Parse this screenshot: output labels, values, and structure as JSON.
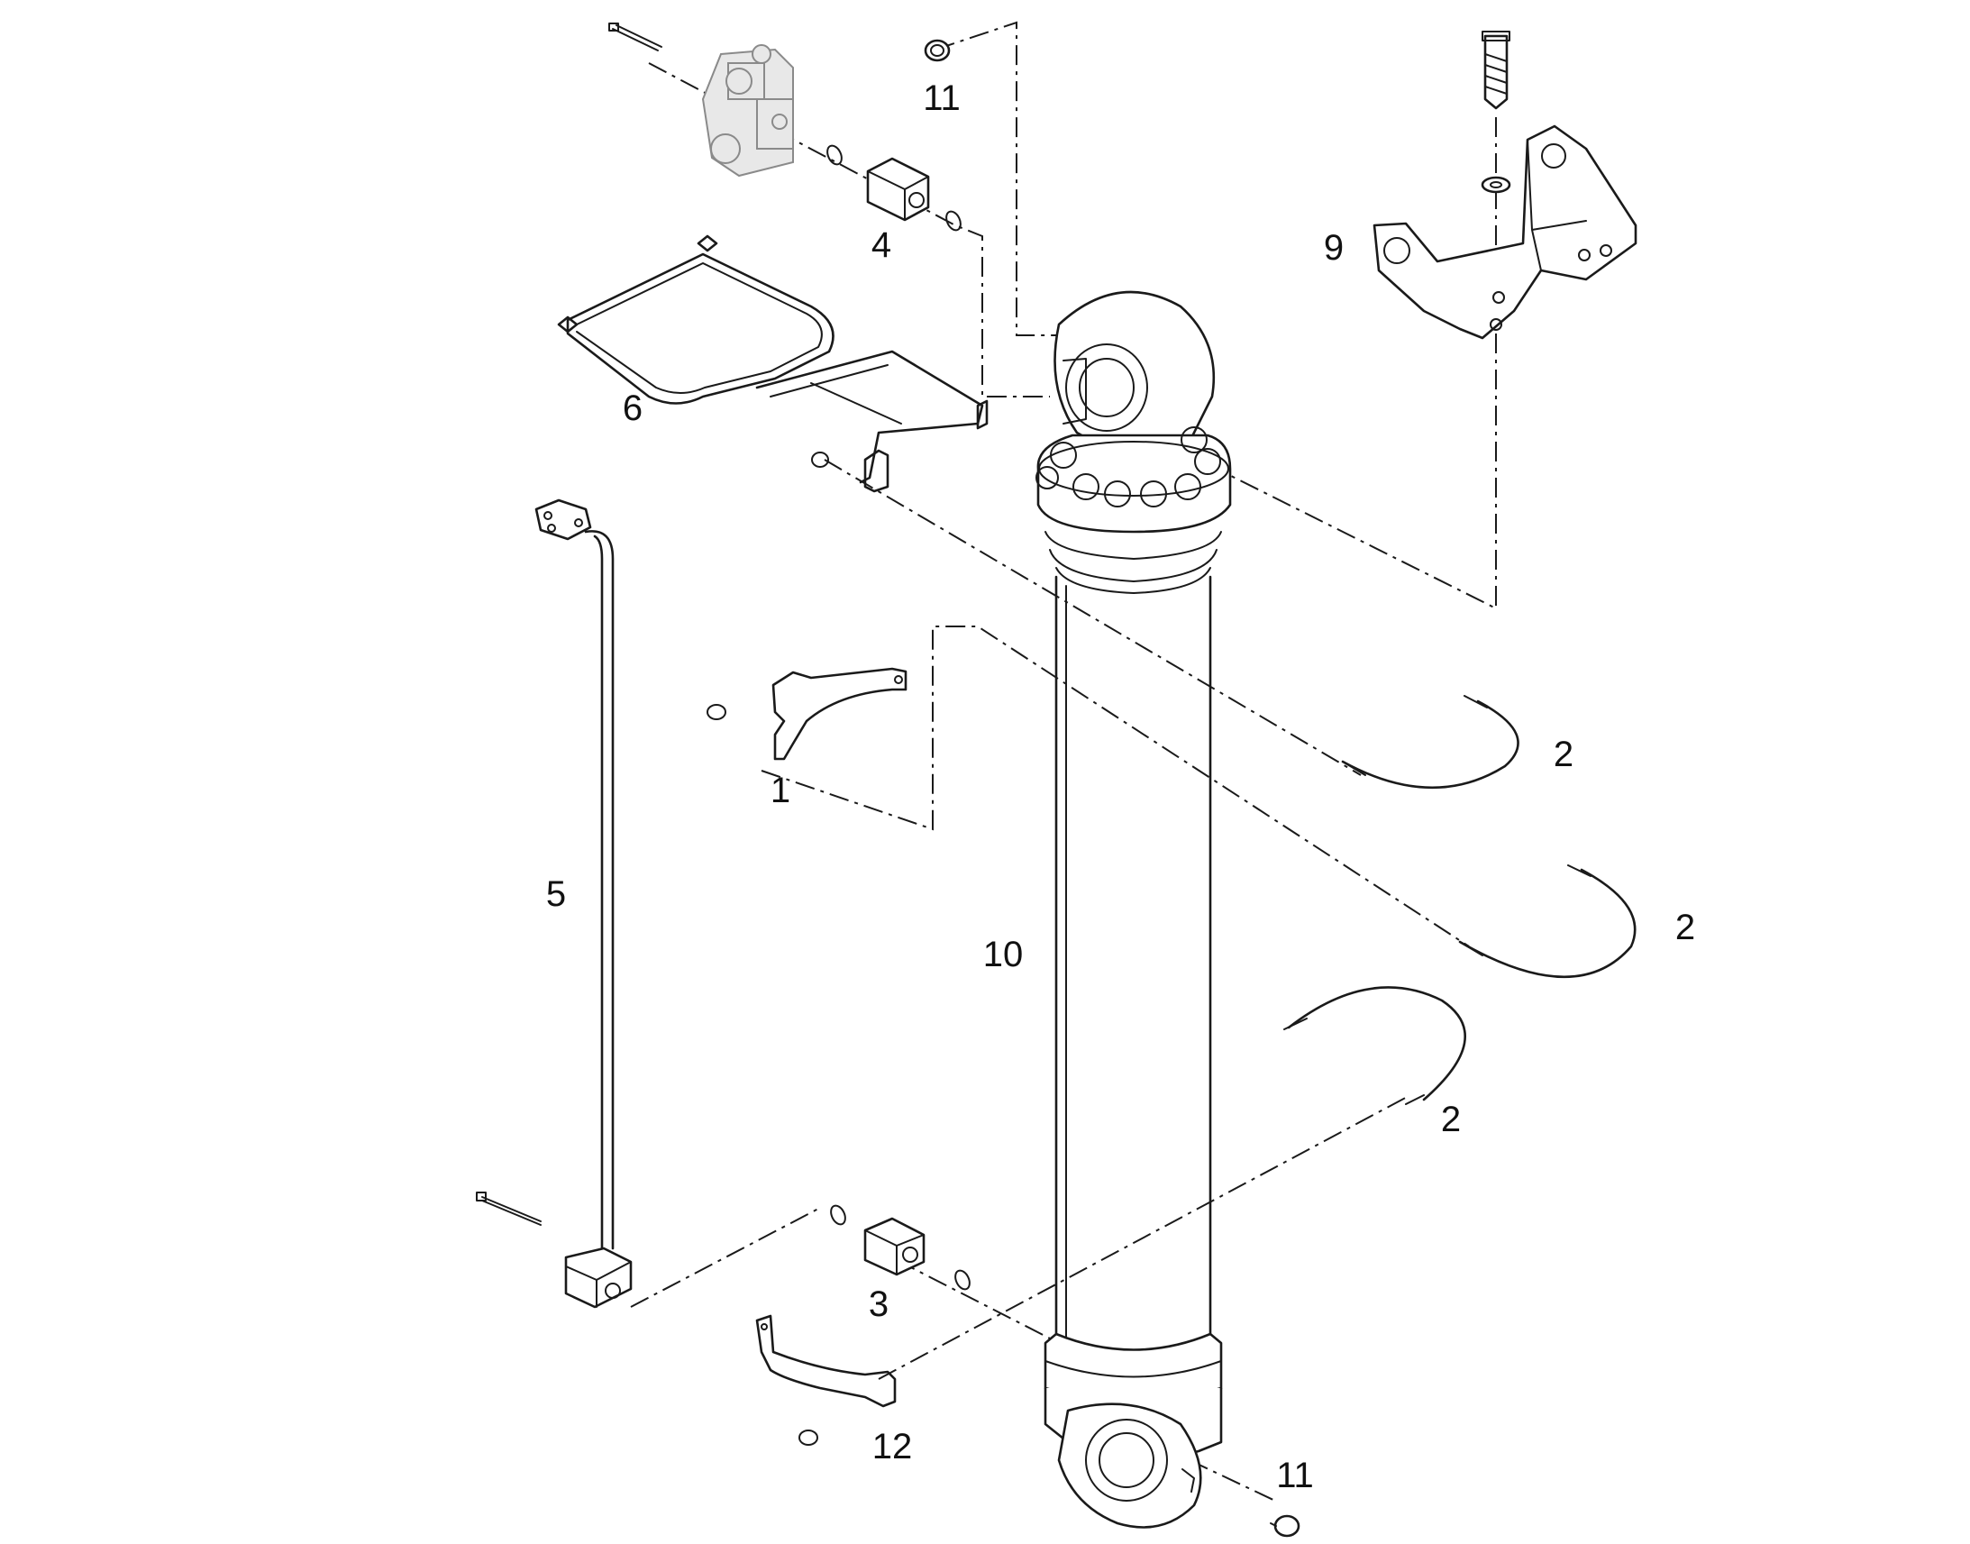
{
  "callouts": {
    "c1": "1",
    "c2a": "2",
    "c2b": "2",
    "c2c": "2",
    "c3": "3",
    "c4": "4",
    "c5": "5",
    "c6": "6",
    "c9": "9",
    "c10": "10",
    "c11a": "11",
    "c11b": "11",
    "c12": "12"
  },
  "colors": {
    "line": "#1a1a1a",
    "background": "#ffffff",
    "valve_block": "#8a8a8a"
  }
}
